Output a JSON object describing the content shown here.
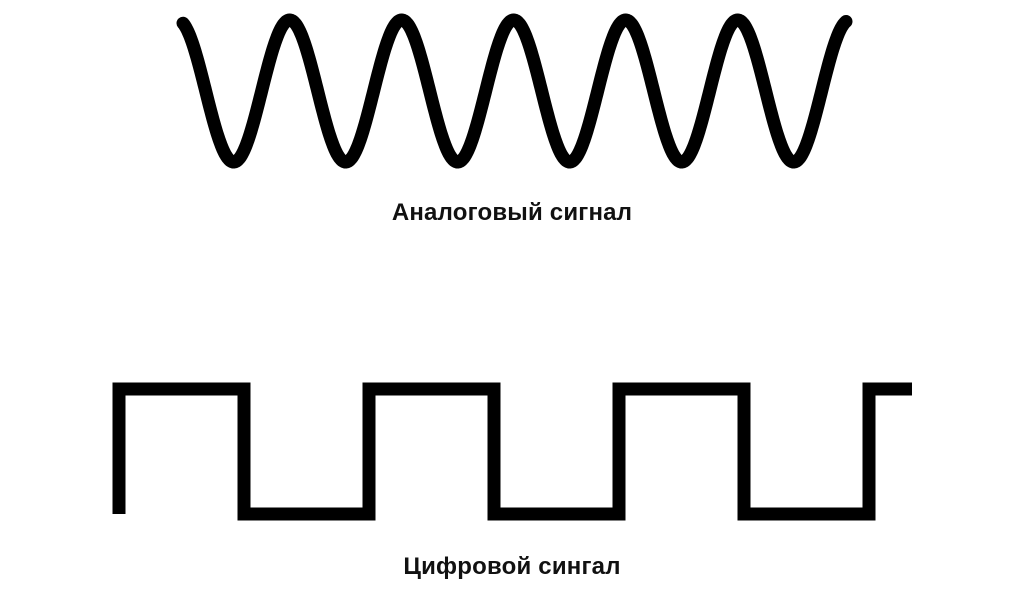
{
  "analog": {
    "caption": "Аналоговый сигнал",
    "wave_type": "sine",
    "cycles": 6
  },
  "digital": {
    "caption": "Цифровой сингал",
    "wave_type": "square",
    "pulses": 4
  },
  "colors": {
    "stroke": "#000000",
    "text": "#111111",
    "background": "#ffffff"
  }
}
